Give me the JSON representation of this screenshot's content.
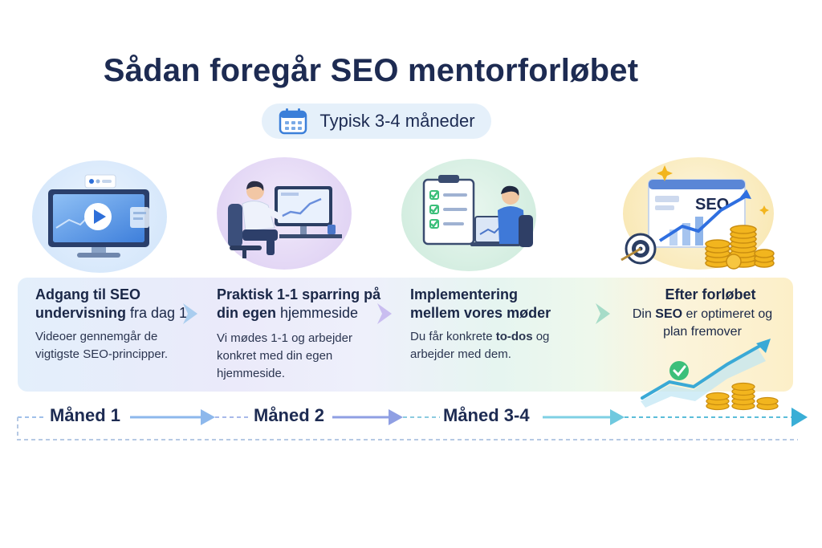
{
  "title": "Sådan foregår SEO mentorforløbet",
  "duration": {
    "label": "Typisk 3-4 måneder",
    "icon": "calendar-icon"
  },
  "steps": [
    {
      "title_bold": "Adgang til SEO undervisning",
      "title_rest": " fra dag 1",
      "description": "Videoer gennemgår de vigtigste SEO-principper.",
      "illustration": "video-monitor"
    },
    {
      "title_bold": "Praktisk 1-1 sparring på din egen",
      "title_rest": " hjemmeside",
      "description": "Vi mødes 1-1 og arbejder konkret med din egen hjemmeside.",
      "illustration": "person-at-computer"
    },
    {
      "title_bold": "Implementering mellem vores møder",
      "title_rest": "",
      "description_pre": "Du får konkrete ",
      "description_bold": "to-dos",
      "description_post": " og arbejder med dem.",
      "illustration": "checklist-laptop"
    },
    {
      "title_bold": "Efter forløbet",
      "description_pre": "Din ",
      "description_bold": "SEO",
      "description_post": " er optimeret og plan fremover",
      "illustration_badge": "SEO",
      "illustration": "growth-chart-coins"
    }
  ],
  "timeline": {
    "months": [
      "Måned 1",
      "Måned 2",
      "Måned 3-4"
    ]
  },
  "colors": {
    "title": "#1d2b52",
    "accent_blue": "#2f6fe0",
    "accent_teal": "#4fbfd6",
    "gold": "#f2b51e",
    "green_check": "#3cbf7a"
  }
}
